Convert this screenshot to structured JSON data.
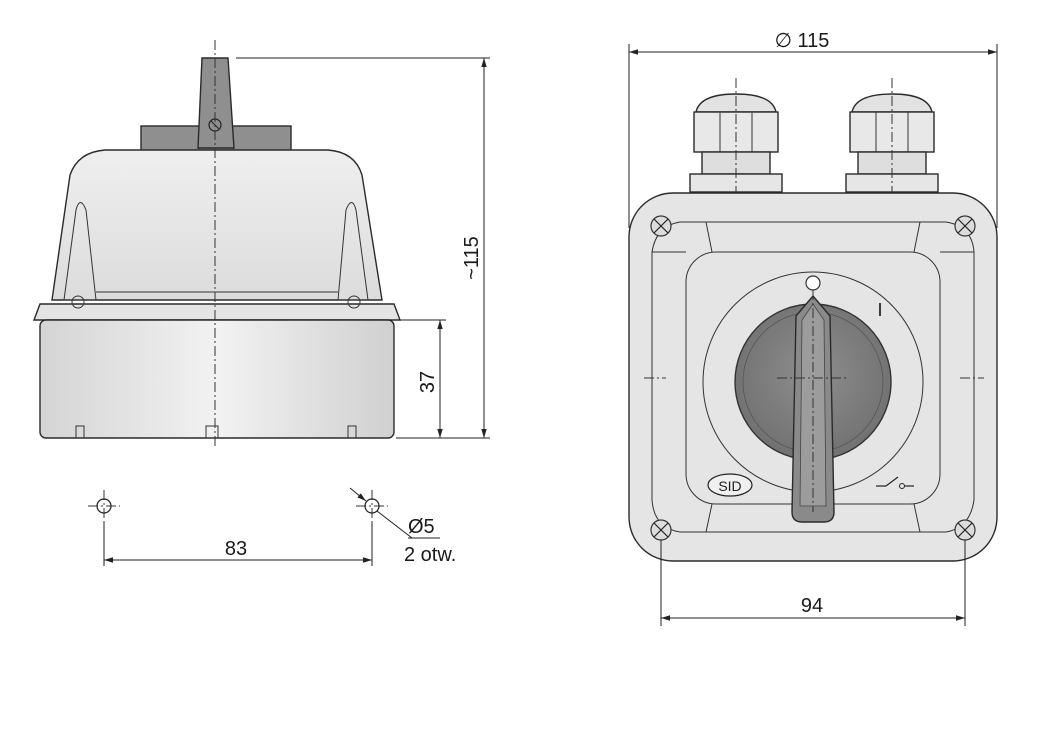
{
  "side_view": {
    "height_label": "~115",
    "base_height_label": "37"
  },
  "mounting_holes": {
    "spacing_label": "83",
    "hole_diameter_label": "Ø5",
    "hole_count_label": "2 otw."
  },
  "front_view": {
    "diameter_label": "∅ 115",
    "width_label": "94",
    "brand_label": "SID",
    "position_label": "I"
  },
  "colors": {
    "housing": "#e6e6e6",
    "housing_dark": "#cfcfcf",
    "handle": "#8c8c8c",
    "knob": "#7a7a7a"
  }
}
